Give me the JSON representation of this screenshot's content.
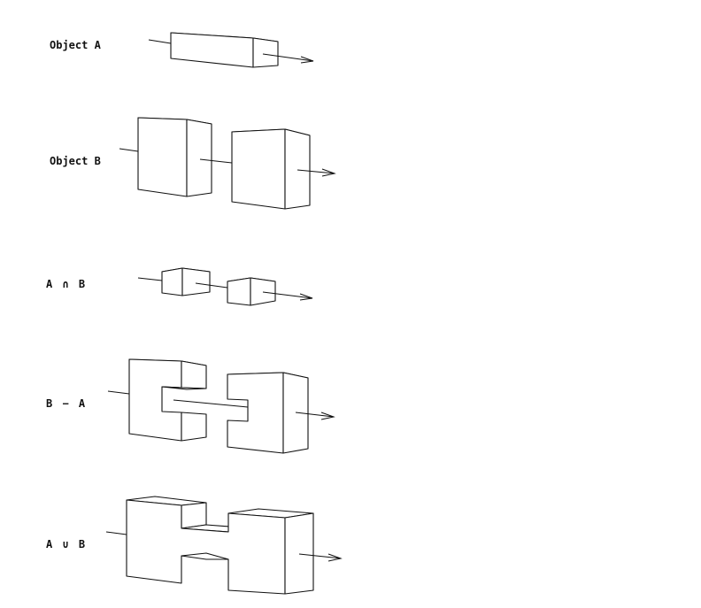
{
  "rows": [
    {
      "key": "a",
      "label": "Object A"
    },
    {
      "key": "b",
      "label": "Object B"
    },
    {
      "key": "int",
      "label": "A ∩ B"
    },
    {
      "key": "dif",
      "label": "B − A"
    },
    {
      "key": "uni",
      "label": "A ∪ B"
    }
  ],
  "colors": {
    "stroke": "#111111",
    "face": "#ffffff",
    "background": "#ffffff"
  }
}
